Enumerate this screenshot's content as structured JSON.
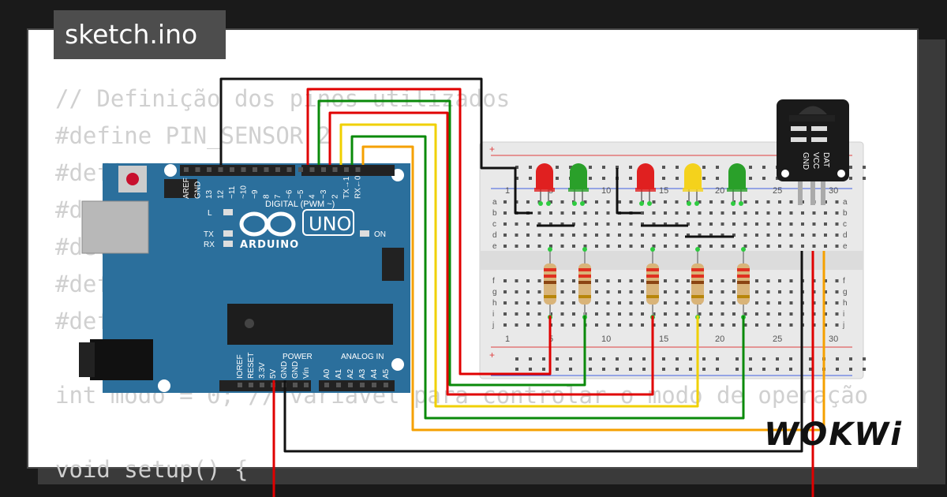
{
  "title": "sketch.ino",
  "code_lines": [
    "// Definição dos pinos utilizados",
    "#define PIN_SENSOR 2",
    "#define PIN_LED_CAR 3",
    "#define PIN_LED_CAR",
    "#define PIN_LED_CAR",
    "#define PIN_LED 6",
    "#define PIN_LED_PED",
    "",
    "int modo = 0; // variável para controlar o modo de operação",
    "",
    "void setup() {"
  ],
  "arduino": {
    "brand": "ARDUINO",
    "model": "UNO",
    "digital_label": "DIGITAL (PWM ~)",
    "power_label": "POWER",
    "analog_label": "ANALOG IN",
    "led_labels": [
      "L",
      "TX",
      "RX",
      "ON"
    ],
    "digital_pins": [
      "AREF",
      "GND",
      "13",
      "12",
      "~11",
      "~10",
      "~9",
      "8",
      "7",
      "~6",
      "~5",
      "4",
      "~3",
      "2",
      "TX→1",
      "RX←0"
    ],
    "power_pins": [
      "IOREF",
      "RESET",
      "3.3V",
      "5V",
      "GND",
      "GND",
      "Vin"
    ],
    "analog_pins": [
      "A0",
      "A1",
      "A2",
      "A3",
      "A4",
      "A5"
    ]
  },
  "breadboard": {
    "column_numbers": [
      "1",
      "5",
      "10",
      "15",
      "20",
      "25",
      "30"
    ],
    "rows_top": [
      "a",
      "b",
      "c",
      "d",
      "e"
    ],
    "rows_bottom": [
      "f",
      "g",
      "h",
      "i",
      "j"
    ]
  },
  "sensor": {
    "pins": [
      "GND",
      "VCC",
      "DAT"
    ]
  },
  "colors": {
    "led_red": "#e02020",
    "led_green": "#2aa02a",
    "led_yellow": "#f4d21c",
    "wire_black": "#111111",
    "wire_red": "#e00000",
    "wire_green": "#0a8a0a",
    "wire_yellow": "#f0d000",
    "wire_orange": "#f5a000",
    "arduino_blue": "#2b6f9c"
  },
  "logo": "WOKWi"
}
